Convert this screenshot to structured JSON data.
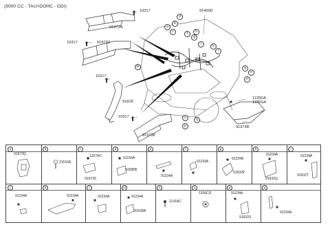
{
  "header": {
    "title": "(5000 CC - TAU>DOHC - GDI)"
  },
  "labels": {
    "p10317a": "10317",
    "p91973N": "91973N",
    "p10317b": "10317",
    "p91973Z": "91973Z",
    "p10317c": "10317",
    "p91818": "91818",
    "p10317d": "10317",
    "p91973P": "91973P",
    "p91400D": "91400D",
    "p1125DA": "1125DA",
    "p1125GA": "1125GA",
    "p91973R": "91973R"
  },
  "callouts": [
    "a",
    "b",
    "c",
    "d",
    "e",
    "f",
    "g",
    "h",
    "i",
    "j",
    "k",
    "l",
    "m",
    "n",
    "o",
    "p",
    "q"
  ],
  "diagram_callouts": {
    "a1": "a",
    "b1": "b",
    "c1": "c",
    "d1": "d",
    "f1": "f",
    "g1": "g",
    "h1": "h",
    "i1": "i",
    "k1": "k",
    "l1": "l",
    "m1": "m",
    "n1": "n",
    "o1": "o",
    "p1": "p",
    "q1": "q",
    "e1": "e"
  },
  "cells": {
    "a": [
      "91973Q"
    ],
    "b": [
      "21516A"
    ],
    "c": [
      "1327AC",
      "91973S"
    ],
    "d": [
      "91234A",
      "91585B"
    ],
    "e": [
      "91234A"
    ],
    "f": [
      "91234A"
    ],
    "g": [
      "91234A",
      "91932P"
    ],
    "h": [
      "91234A",
      "91932Q"
    ],
    "i": [
      "91234A",
      "91932T"
    ],
    "j": [
      "91234A"
    ],
    "k": [
      "91234A"
    ],
    "l": [
      "91234A"
    ],
    "m": [
      "91234A",
      "91526B"
    ],
    "n": [
      "1141AC"
    ],
    "o": [
      "1339CD"
    ],
    "p": [
      "91234A",
      "91932S"
    ],
    "q": [
      "91234A"
    ]
  }
}
